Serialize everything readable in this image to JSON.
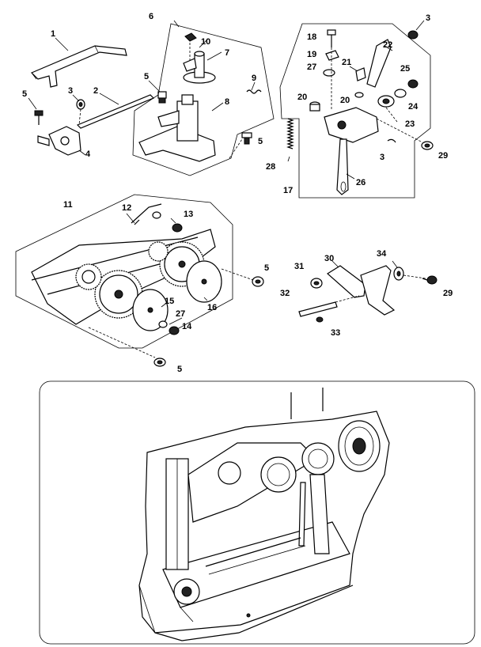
{
  "labels": {
    "p1": "1",
    "p2": "2",
    "p3a": "3",
    "p3b": "3",
    "p3c": "3",
    "p4": "4",
    "p5a": "5",
    "p5b": "5",
    "p5c": "5",
    "p5d": "5",
    "p5e": "5",
    "p6": "6",
    "p7": "7",
    "p8": "8",
    "p9": "9",
    "p10": "10",
    "p11": "11",
    "p12": "12",
    "p13": "13",
    "p14": "14",
    "p15": "15",
    "p16": "16",
    "p17": "17",
    "p18": "18",
    "p19": "19",
    "p20a": "20",
    "p20b": "20",
    "p21": "21",
    "p22": "22",
    "p23": "23",
    "p24": "24",
    "p25": "25",
    "p26": "26",
    "p27a": "27",
    "p27b": "27",
    "p28": "28",
    "p29a": "29",
    "p29b": "29",
    "p30": "30",
    "p31": "31",
    "p32": "32",
    "p33": "33",
    "p34": "34"
  }
}
